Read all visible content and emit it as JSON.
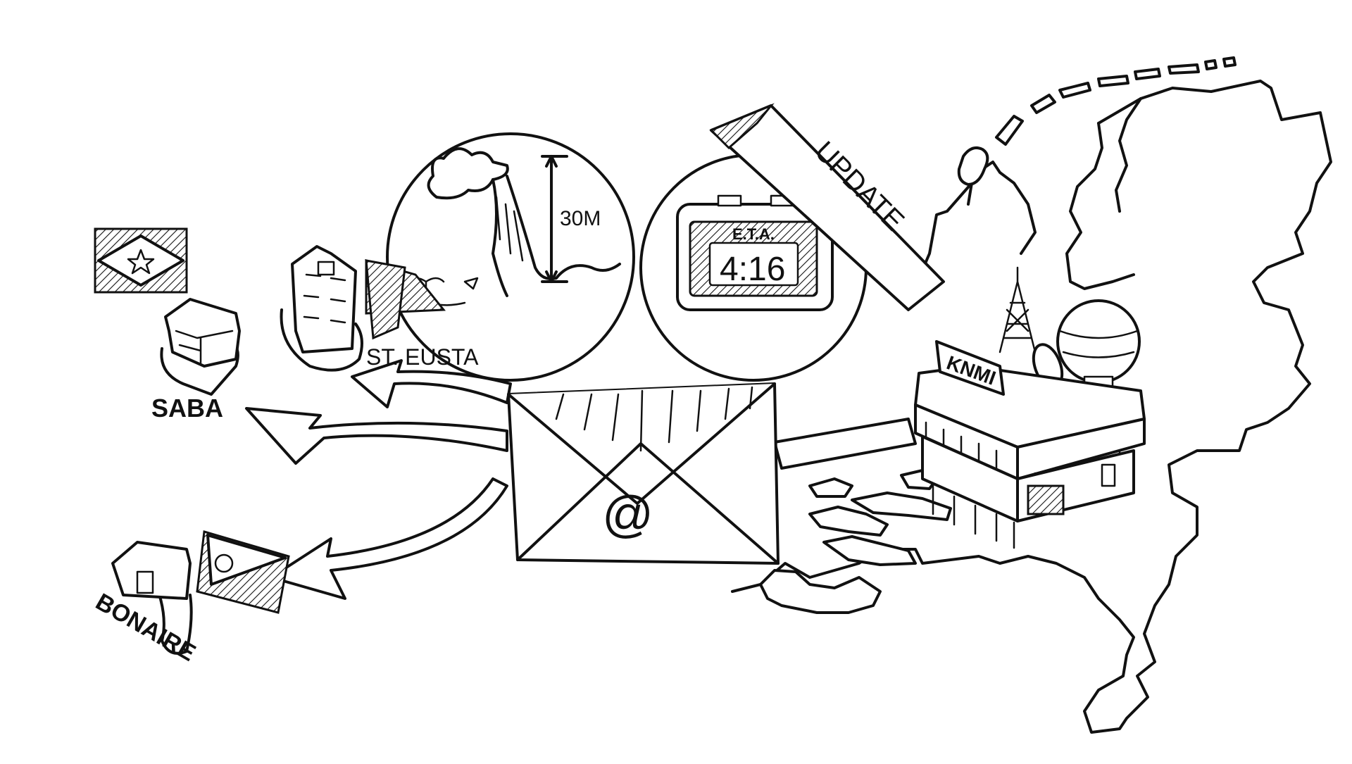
{
  "labels": {
    "saba": "SABA",
    "st_eustatius": "ST. EUSTA",
    "bonaire": "BONAIRE",
    "wave_height": "30M",
    "eta_caption": "E.T.A.",
    "eta_time": "4:16",
    "update_banner": "UPDATE",
    "institute": "KNMI",
    "email_symbol": "@"
  },
  "icons": [
    "saba-flag-icon",
    "bonaire-flag-icon",
    "house-icon",
    "tsunami-wave-icon",
    "alarm-clock-icon",
    "email-envelope-icon",
    "knmi-building-icon",
    "netherlands-map-icon",
    "arrow-icon"
  ],
  "colors": {
    "ink": "#111111",
    "paper": "#ffffff"
  }
}
